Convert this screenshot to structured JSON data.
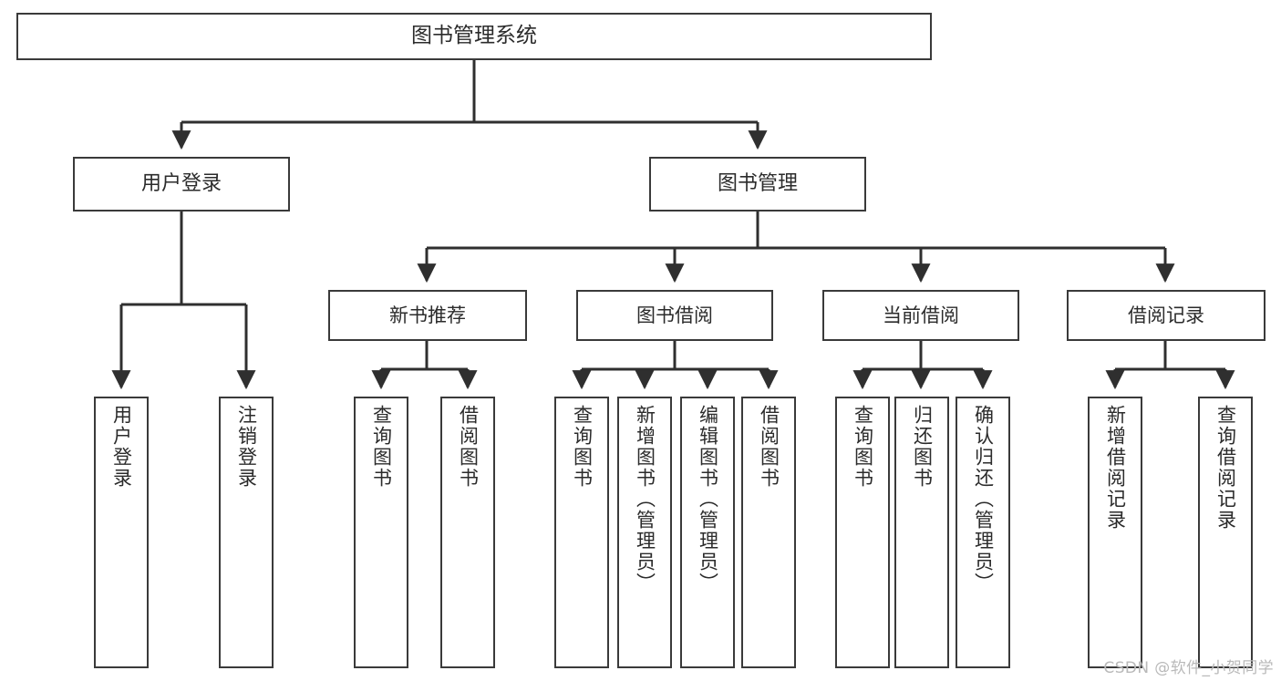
{
  "diagram": {
    "type": "tree",
    "title": "图书管理系统",
    "watermark": "CSDN @软件_小贺同学",
    "colors": {
      "box_border": "#3a3a3a",
      "box_fill": "#ffffff",
      "text": "#2b2b2b",
      "connector": "#2f2f2f",
      "watermark": "#b9b9b9",
      "background": "#ffffff"
    },
    "root": {
      "id": "root",
      "label": "图书管理系统"
    },
    "tier2": [
      {
        "id": "user-login",
        "label": "用户登录"
      },
      {
        "id": "book-manage",
        "label": "图书管理"
      }
    ],
    "tier3": [
      {
        "id": "new-book-rec",
        "label": "新书推荐",
        "parent": "book-manage"
      },
      {
        "id": "book-borrow",
        "label": "图书借阅",
        "parent": "book-manage"
      },
      {
        "id": "current-borrow",
        "label": "当前借阅",
        "parent": "book-manage"
      },
      {
        "id": "borrow-record",
        "label": "借阅记录",
        "parent": "book-manage"
      }
    ],
    "leaves": [
      {
        "id": "leaf-user-login",
        "label": "用户登录",
        "parent": "user-login"
      },
      {
        "id": "leaf-logout-login",
        "label": "注销登录",
        "parent": "user-login"
      },
      {
        "id": "leaf-query-book-1",
        "label": "查询图书",
        "parent": "new-book-rec"
      },
      {
        "id": "leaf-borrow-book-1",
        "label": "借阅图书",
        "parent": "new-book-rec"
      },
      {
        "id": "leaf-query-book-2",
        "label": "查询图书",
        "parent": "book-borrow"
      },
      {
        "id": "leaf-add-book",
        "label": "新增图书（管理员）",
        "parent": "book-borrow"
      },
      {
        "id": "leaf-edit-book",
        "label": "编辑图书（管理员）",
        "parent": "book-borrow"
      },
      {
        "id": "leaf-borrow-book-2",
        "label": "借阅图书",
        "parent": "book-borrow"
      },
      {
        "id": "leaf-query-book-3",
        "label": "查询图书",
        "parent": "current-borrow"
      },
      {
        "id": "leaf-return-book",
        "label": "归还图书",
        "parent": "current-borrow"
      },
      {
        "id": "leaf-confirm-return",
        "label": "确认归还（管理员）",
        "parent": "current-borrow"
      },
      {
        "id": "leaf-add-record",
        "label": "新增借阅记录",
        "parent": "borrow-record"
      },
      {
        "id": "leaf-query-record",
        "label": "查询借阅记录",
        "parent": "borrow-record"
      }
    ]
  }
}
